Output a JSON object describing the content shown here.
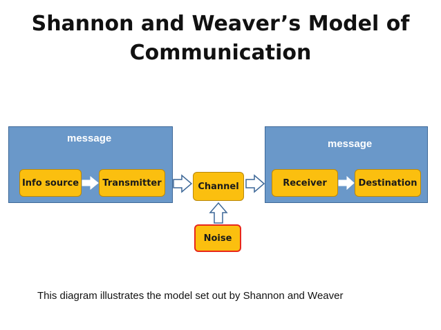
{
  "title": {
    "line1": "Shannon and Weaver’s Model of",
    "line2": "Communication"
  },
  "sender_panel": {
    "label": "message"
  },
  "receiver_panel": {
    "label": "message"
  },
  "nodes": {
    "info_source": "Info source",
    "transmitter": "Transmitter",
    "channel": "Channel",
    "receiver": "Receiver",
    "destination": "Destination",
    "noise": "Noise"
  },
  "caption": "This diagram illustrates the model set out by Shannon and Weaver",
  "colors": {
    "panel": "#6a98c9",
    "node": "#fbbf0f",
    "noise_border": "#e8271b"
  }
}
